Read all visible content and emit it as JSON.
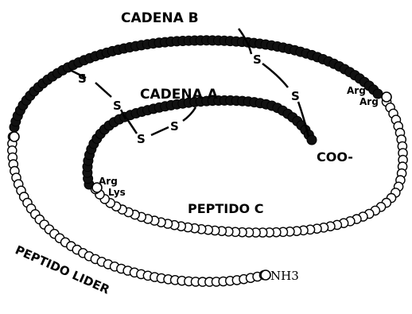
{
  "labels": {
    "cadena_b": "CADENA B",
    "cadena_a": "CADENA A",
    "peptido_c": "PEPTIDO C",
    "peptido_lider": "PEPTIDO LIDER",
    "coo": "COO-",
    "nh3": "NH3",
    "arg_right_1": "Arg",
    "arg_right_2": "Arg",
    "arg_left": "Arg",
    "lys_left": "Lys",
    "s1": "S",
    "s2": "S",
    "s3": "S",
    "s4": "S",
    "s5": "S",
    "s6": "S"
  },
  "colors": {
    "dark_residue": "#111111",
    "light_residue": "#ffffff",
    "outline": "#000000"
  }
}
